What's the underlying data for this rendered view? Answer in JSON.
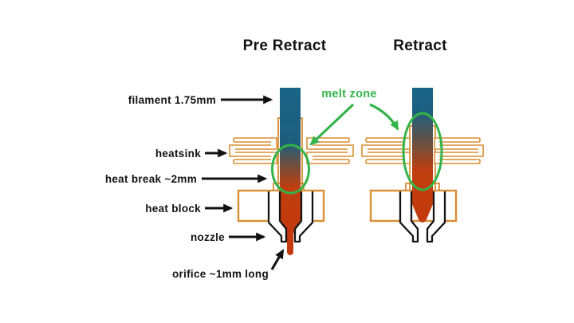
{
  "diagram": {
    "title_pre": "Pre Retract",
    "title_retract": "Retract",
    "labels": {
      "filament": "filament 1.75mm",
      "heatsink": "heatsink",
      "heat_break": "heat break ~2mm",
      "heat_block": "heat block",
      "nozzle": "nozzle",
      "orifice": "orifice ~1mm long",
      "melt_zone": "melt zone"
    },
    "colors": {
      "filament_cold_blue": "#1a6487",
      "filament_molten_red": "#c23a0e",
      "hardware_outline_orange": "#d98e32",
      "melt_zone_green": "#33b44a",
      "ink": "#121212",
      "background": "#ffffff"
    }
  }
}
